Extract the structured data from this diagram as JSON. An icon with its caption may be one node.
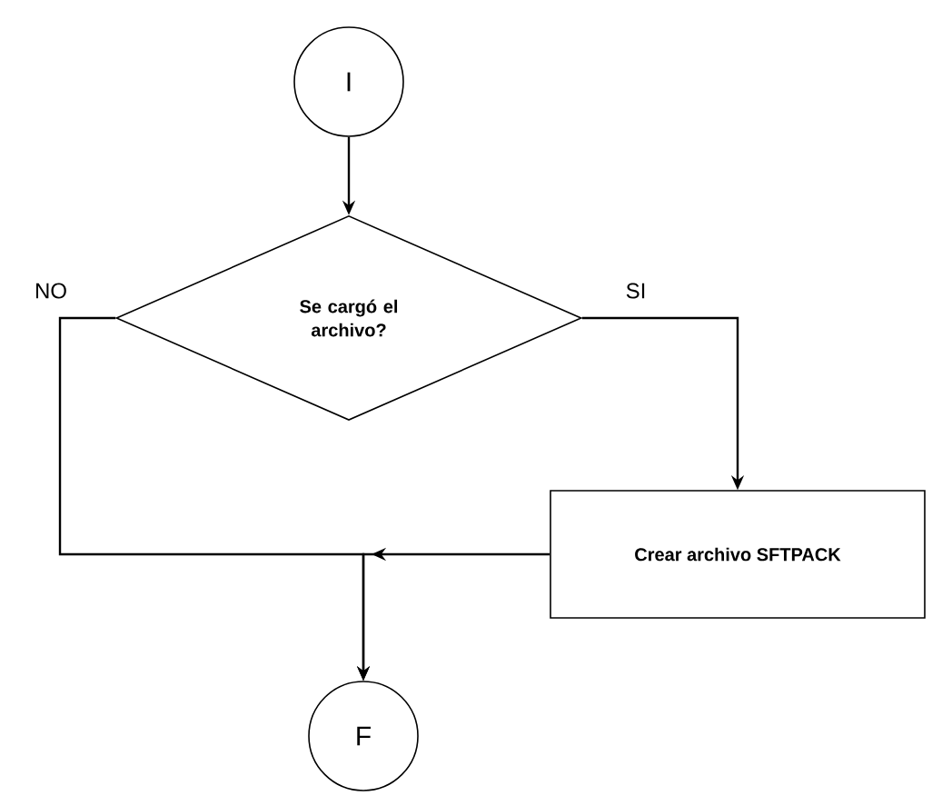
{
  "diagram": {
    "nodes": [
      {
        "text": [
          "I"
        ]
      },
      {
        "text": [
          "Se cargó el archivo?"
        ]
      },
      {
        "text": [
          "Crear archivo SFTPACK"
        ]
      },
      {
        "text": [
          "F"
        ]
      }
    ],
    "edges": [
      {
        "from": 0,
        "to": 1,
        "arrow": "to"
      },
      {
        "from": 1,
        "to": 2,
        "arrow": "to",
        "label": "SI"
      },
      {
        "from": 1,
        "to": 3,
        "arrow": "to",
        "label": "NO"
      },
      {
        "from": 2,
        "to": 3,
        "arrow": "to"
      }
    ]
  }
}
